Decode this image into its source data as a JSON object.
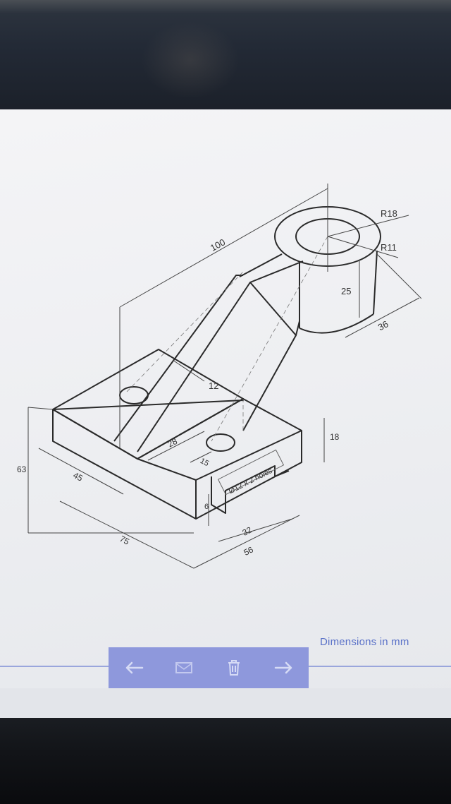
{
  "drawing": {
    "dimensions": {
      "length_top": "100",
      "outer_radius": "R18",
      "inner_radius": "R11",
      "boss_height": "25",
      "boss_offset": "36",
      "rib_width": "12",
      "total_height": "63",
      "base_height": "18",
      "hole_distance": "28",
      "hole_offset": "15",
      "holes_note": "Ø12 x 2 holes",
      "base_front": "45",
      "slot_depth": "6",
      "slot_width": "32",
      "base_width": "56",
      "base_length": "75"
    },
    "caption": "Dimensions in mm"
  },
  "toolbar": {
    "buttons": [
      {
        "name": "back",
        "icon": "arrow-left-icon"
      },
      {
        "name": "mail",
        "icon": "mail-icon"
      },
      {
        "name": "delete",
        "icon": "trash-icon"
      },
      {
        "name": "forward",
        "icon": "arrow-right-icon"
      }
    ]
  },
  "colors": {
    "screen_bg": "#f0f1f4",
    "toolbar_bg": "#8e98dc",
    "caption": "#5a72c8",
    "ink": "#2a2a2a"
  }
}
